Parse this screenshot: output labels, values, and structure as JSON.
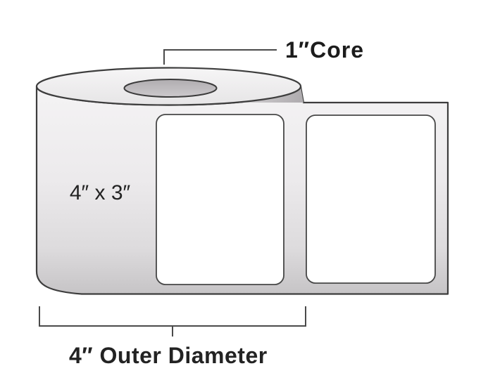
{
  "diagram": {
    "core_label": "1″Core",
    "roll_face_label": "4″ x 3″",
    "outer_diameter_label": "4″ Outer Diameter",
    "colors": {
      "background": "#ffffff",
      "outline": "#3d3d3d",
      "annotation_line": "#4a4a4a",
      "roll_face_light": "#f4f3f4",
      "roll_face_dark": "#c6c4c6",
      "roll_top_light": "#f6f5f6",
      "roll_top_dark": "#e6e5e6",
      "core_fill_dark": "#b0adb0",
      "core_fill_light": "#ccc9cc",
      "label_fill": "#ffffff",
      "text": "#1c1c1c"
    }
  }
}
